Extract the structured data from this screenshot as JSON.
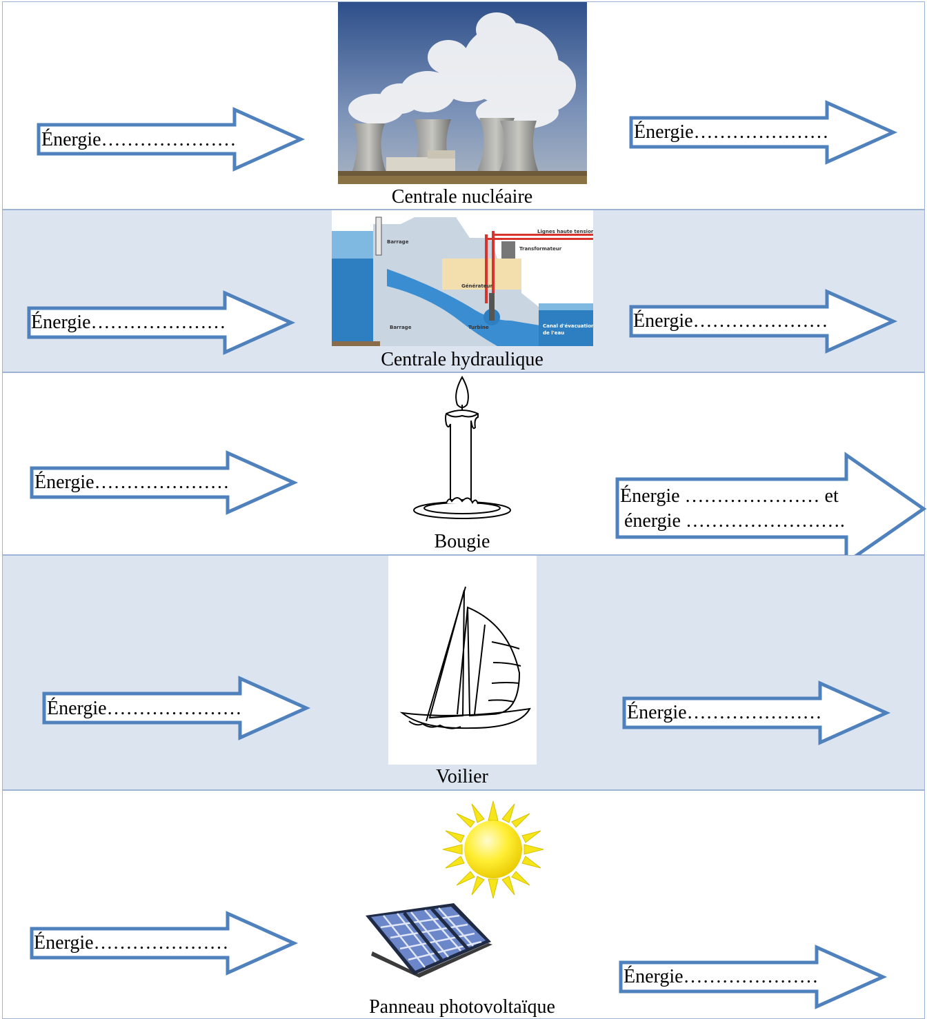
{
  "rows": [
    {
      "caption": "Centrale nucléaire",
      "left_arrow": {
        "label": "Énergie…………………"
      },
      "right_arrow": {
        "label": "Énergie…………………"
      },
      "image": "nuclear-plant-photo"
    },
    {
      "caption": "Centrale hydraulique",
      "left_arrow": {
        "label": "Énergie…………………"
      },
      "right_arrow": {
        "label": "Énergie…………………"
      },
      "image": "hydro-dam-diagram",
      "diagram_labels": {
        "barrage_top": "Barrage",
        "barrage_bottom": "Barrage",
        "lignes": "Lignes haute tension",
        "transformateur": "Transformateur",
        "generateur": "Générateur",
        "turbine": "Turbine",
        "canal_line1": "Canal d'évacuation",
        "canal_line2": "de l'eau"
      }
    },
    {
      "caption": "Bougie",
      "left_arrow": {
        "label": "Énergie…………………"
      },
      "right_arrow": {
        "label_line1": "Énergie ………………… et",
        "label_line2": "énergie ……………………."
      },
      "image": "candle-drawing"
    },
    {
      "caption": "Voilier",
      "left_arrow": {
        "label": "Énergie…………………"
      },
      "right_arrow": {
        "label": "Énergie…………………"
      },
      "image": "sailboat-drawing"
    },
    {
      "caption": "Panneau photovoltaïque",
      "left_arrow": {
        "label": "Énergie…………………"
      },
      "right_arrow": {
        "label": "Énergie…………………"
      },
      "image": "sun-and-solar-panel"
    }
  ],
  "colors": {
    "arrow_stroke": "#4f81bd",
    "row_shade": "#dce4f0",
    "row_border": "#9cb3d6"
  }
}
